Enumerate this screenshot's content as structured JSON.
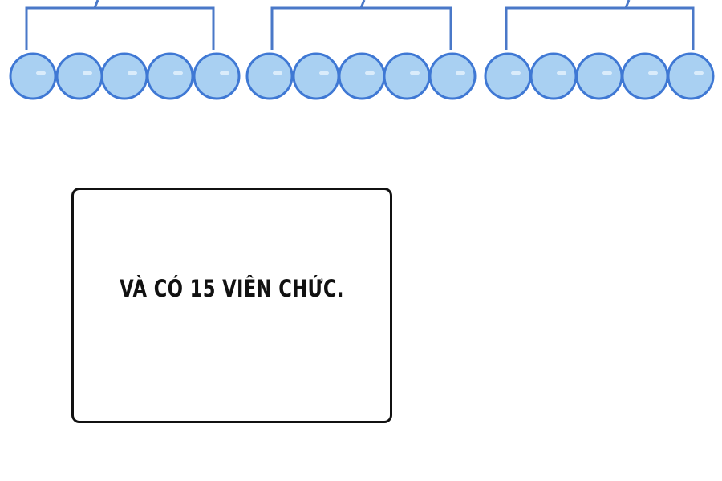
{
  "panel": {
    "caption": "VÀ CÓ 15 VIÊN CHỨC."
  },
  "diagram": {
    "groups": [
      {
        "circles": 5
      },
      {
        "circles": 5
      },
      {
        "circles": 5
      }
    ],
    "line_color": "#4a78c8",
    "circle_fill": "#a9d0f2",
    "circle_stroke": "#3f78d4"
  }
}
